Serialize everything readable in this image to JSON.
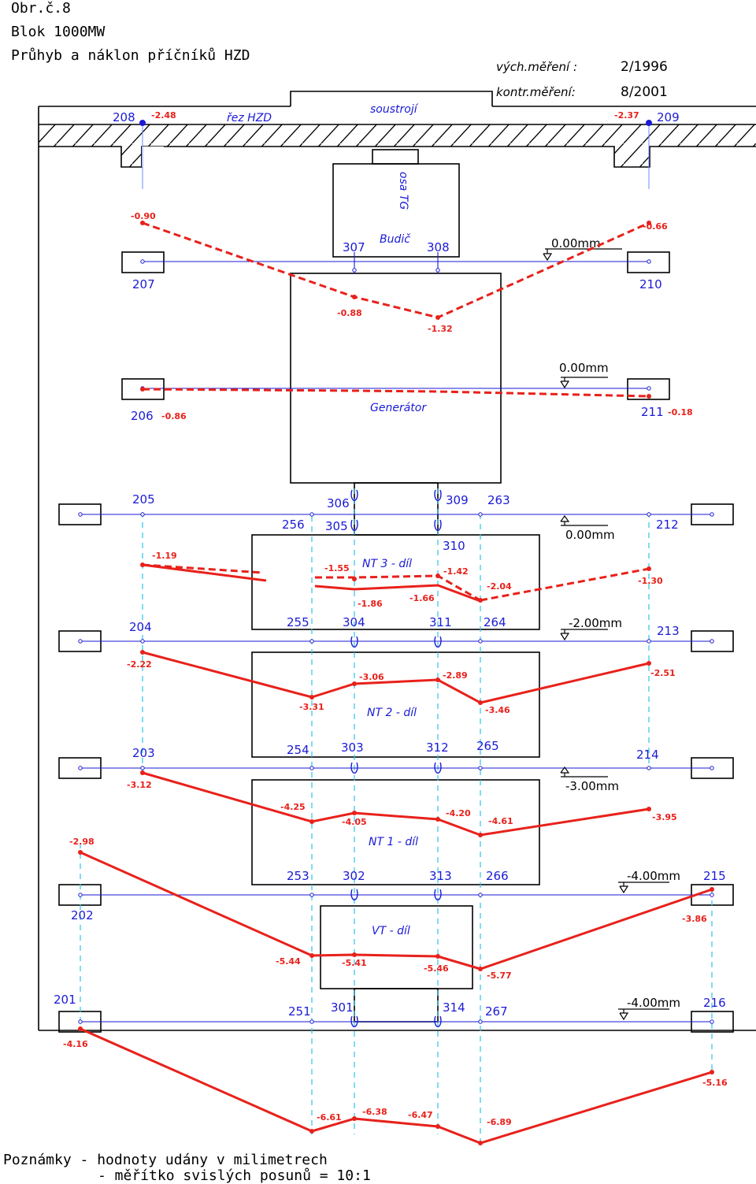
{
  "title": {
    "line1": "Obr.č.8",
    "line2": "Blok 1000MW",
    "line3": "Průhyb a náklon příčníků HZD"
  },
  "measurements": {
    "initial_label": "vých.měření :",
    "initial_value": "2/1996",
    "control_label": "kontr.měření:",
    "control_value": "8/2001"
  },
  "labels": {
    "section": "řez HZD",
    "machine_set": "soustrojí",
    "tg_axis": "osa TG",
    "exciter": "Budič",
    "generator": "Generátor",
    "nt3": "NT 3 - díl",
    "nt2": "NT 2 - díl",
    "nt1": "NT 1 - díl",
    "vt": "VT - díl"
  },
  "level_marks": {
    "l1": "0.00mm",
    "l2": "0.00mm",
    "l3": "0.00mm",
    "l4": "-2.00mm",
    "l5": "-3.00mm",
    "l6": "-4.00mm",
    "l7": "-4.00mm"
  },
  "point_labels": {
    "p208": "208",
    "p209": "209",
    "p207": "207",
    "p210": "210",
    "p307": "307",
    "p308": "308",
    "p206": "206",
    "p211": "211",
    "p205": "205",
    "p306": "306",
    "p309": "309",
    "p263": "263",
    "p256": "256",
    "p305": "305",
    "p212": "212",
    "p310": "310",
    "p204": "204",
    "p255": "255",
    "p304": "304",
    "p311": "311",
    "p264": "264",
    "p213": "213",
    "p203": "203",
    "p254": "254",
    "p303": "303",
    "p312": "312",
    "p265": "265",
    "p214": "214",
    "p253": "253",
    "p302": "302",
    "p313": "313",
    "p266": "266",
    "p215": "215",
    "p202": "202",
    "p201": "201",
    "p251": "251",
    "p301": "301",
    "p314": "314",
    "p267": "267",
    "p216": "216"
  },
  "values": {
    "v208": "-2.48",
    "v209": "-2.37",
    "v207": "-0.90",
    "v210": "-0.66",
    "v307": "-0.88",
    "v308": "-1.32",
    "v206": "-0.86",
    "v211": "-0.18",
    "v205": "-1.19",
    "v305": "-1.55",
    "v310": "-1.42",
    "v263": "-2.04",
    "v212": "-1.30",
    "v306b": "-1.86",
    "v309b": "-1.66",
    "v204": "-2.22",
    "v255": "-3.31",
    "v304": "-3.06",
    "v311": "-2.89",
    "v264": "-3.46",
    "v213": "-2.51",
    "v203": "-3.12",
    "v254": "-4.25",
    "v303": "-4.05",
    "v312": "-4.20",
    "v265": "-4.61",
    "v214": "-3.95",
    "v202": "-2.98",
    "v253": "-5.44",
    "v302": "-5.41",
    "v313": "-5.46",
    "v266": "-5.77",
    "v215": "-3.86",
    "v201": "-4.16",
    "v251": "-6.61",
    "v301": "-6.38",
    "v314": "-6.47",
    "v267": "-6.89",
    "v216": "-5.16"
  },
  "notes": {
    "line1": "Poznámky - hodnoty udány v milimetrech",
    "line2": "- měřítko svislých posunů = 10:1"
  },
  "colors": {
    "deflection": "#e8211b",
    "grid": "#1a1ad6",
    "axis": "#2ec4e8",
    "outline": "#000000"
  }
}
